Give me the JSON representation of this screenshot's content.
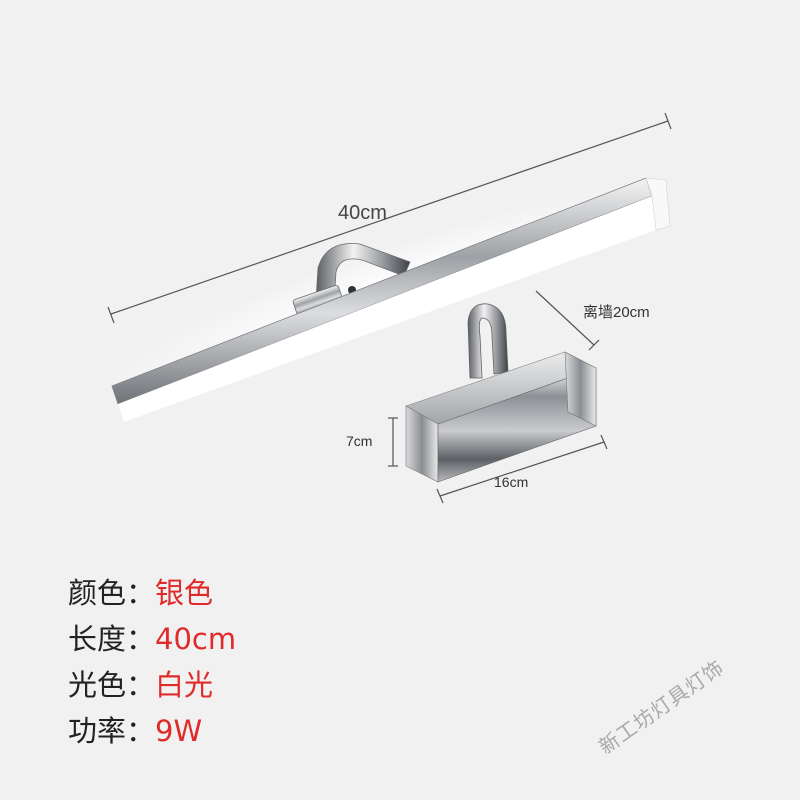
{
  "dimensions": {
    "length": "40cm",
    "wall_distance": "离墙20cm",
    "height": "7cm",
    "width": "16cm"
  },
  "specs": [
    {
      "key": "颜色",
      "sep": "：",
      "value": "银色"
    },
    {
      "key": "长度",
      "sep": "：",
      "value": "40cm"
    },
    {
      "key": "光色",
      "sep": "：",
      "value": "白光"
    },
    {
      "key": "功率",
      "sep": "：",
      "value": "9W"
    }
  ],
  "watermark": "新工坊灯具灯饰",
  "colors": {
    "background": "#f1f1f1",
    "spec_value": "#e02b2b",
    "chrome": "#b9bcc0"
  }
}
